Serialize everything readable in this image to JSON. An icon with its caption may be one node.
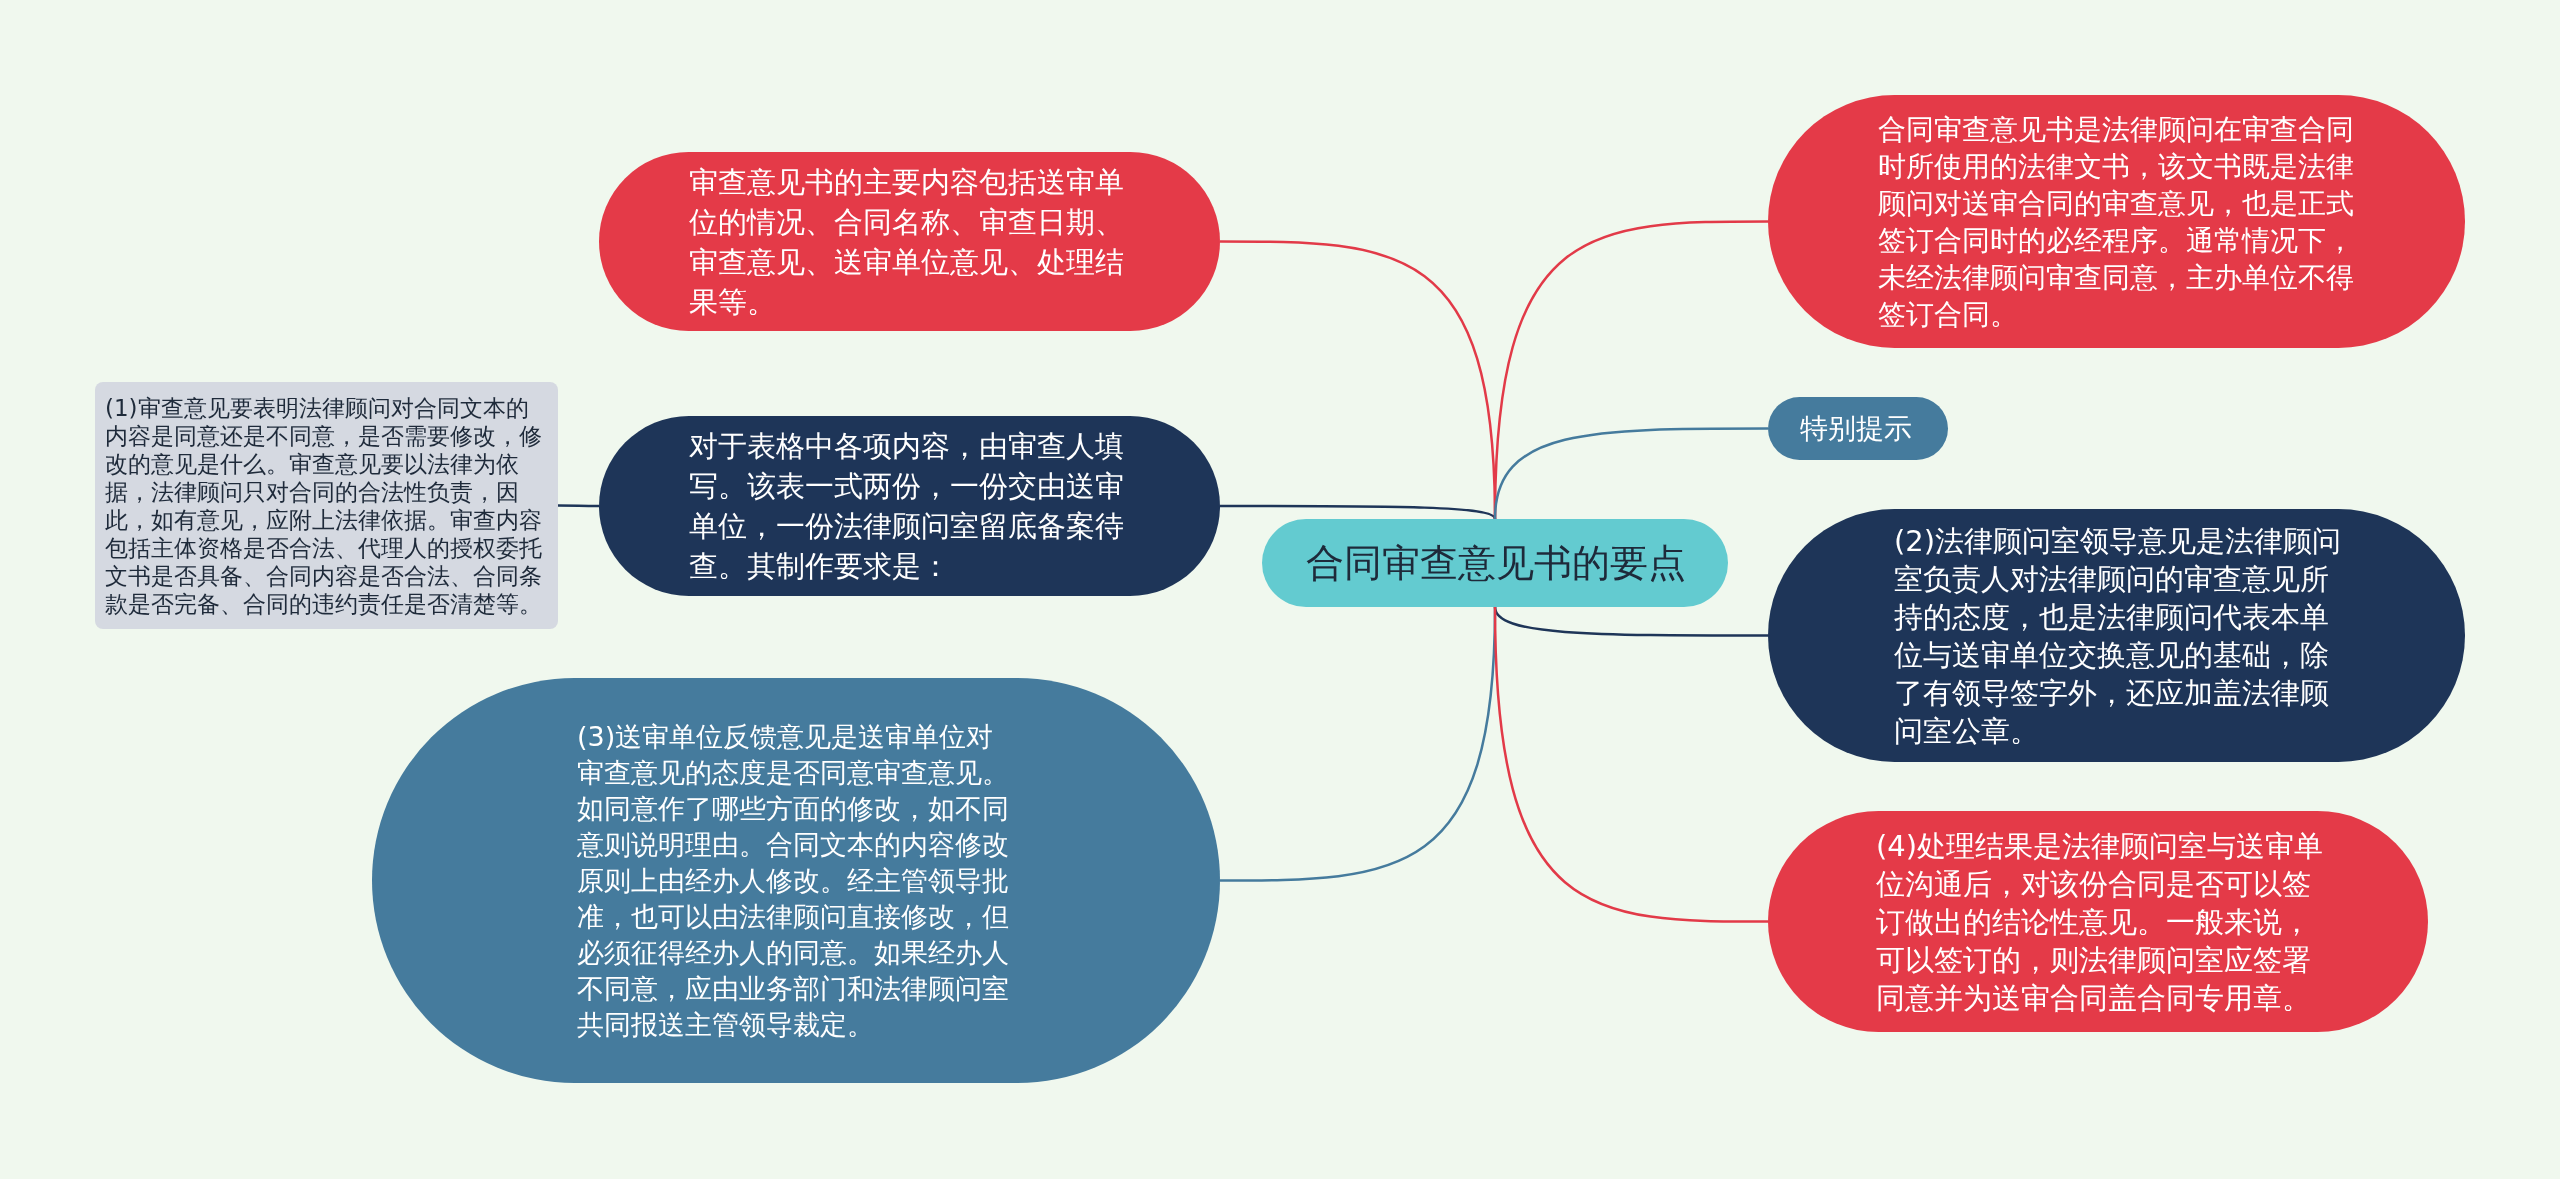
{
  "diagram": {
    "nodes": [
      {
        "text": [
          "合同审查意见书的要点"
        ]
      },
      {
        "text": [
          "审查意见书的主要内容包括送审单位的情况、合同名称、审查日期、审查意见、送审单位意见、处理结果等。"
        ]
      },
      {
        "text": [
          "对于表格中各项内容，由审查人填写。该表一式两份，一份交由送审单位，一份法律顾问室留底备案待查。其制作要求是："
        ]
      },
      {
        "text": [
          "(1)审查意见要表明法律顾问对合同文本的内容是同意还是不同意，是否需要修改，修改的意见是什么。审查意见要以法律为依据，法律顾问只对合同的合法性负责，因此，如有意见，应附上法律依据。审查内容包括主体资格是否合法、代理人的授权委托文书是否具备、合同内容是否合法、合同条款是否完备、合同的违约责任是否清楚等。"
        ]
      },
      {
        "text": [
          "(3)送审单位反馈意见是送审单位对审查意见的态度是否同意审查意见。如同意作了哪些方面的修改，如不同意则说明理由。合同文本的内容修改原则上由经办人修改。经主管领导批准，也可以由法律顾问直接修改，但必须征得经办人的同意。如果经办人不同意，应由业务部门和法律顾问室共同报送主管领导裁定。"
        ]
      },
      {
        "text": [
          "合同审查意见书是法律顾问在审查合同时所使用的法律文书，该文书既是法律顾问对送审合同的审查意见，也是正式签订合同时的必经程序。通常情况下，未经法律顾问审查同意，主办单位不得签订合同。"
        ]
      },
      {
        "text": [
          "特别提示"
        ]
      },
      {
        "text": [
          "(2)法律顾问室领导意见是法律顾问室负责人对法律顾问的审查意见所持的态度，也是法律顾问代表本单位与送审单位交换意见的基础，除了有领导签字外，还应加盖法律顾问室公章。"
        ]
      },
      {
        "text": [
          "(4)处理结果是法律顾问室与送审单位沟通后，对该份合同是否可以签订做出的结论性意见。一般来说，可以签订的，则法律顾问室应签署同意并为送审合同盖合同专用章。"
        ]
      }
    ],
    "edges": [
      {
        "from": 0,
        "to": 1,
        "arrow": "none",
        "color": "#e23a48"
      },
      {
        "from": 0,
        "to": 2,
        "arrow": "none",
        "color": "#1e3558"
      },
      {
        "from": 2,
        "to": 3,
        "arrow": "none",
        "color": "#1e3558"
      },
      {
        "from": 0,
        "to": 4,
        "arrow": "none",
        "color": "#457b9d"
      },
      {
        "from": 0,
        "to": 5,
        "arrow": "none",
        "color": "#e23a48"
      },
      {
        "from": 0,
        "to": 6,
        "arrow": "none",
        "color": "#457b9d"
      },
      {
        "from": 0,
        "to": 7,
        "arrow": "none",
        "color": "#1e3558"
      },
      {
        "from": 0,
        "to": 8,
        "arrow": "none",
        "color": "#e23a48"
      }
    ]
  }
}
